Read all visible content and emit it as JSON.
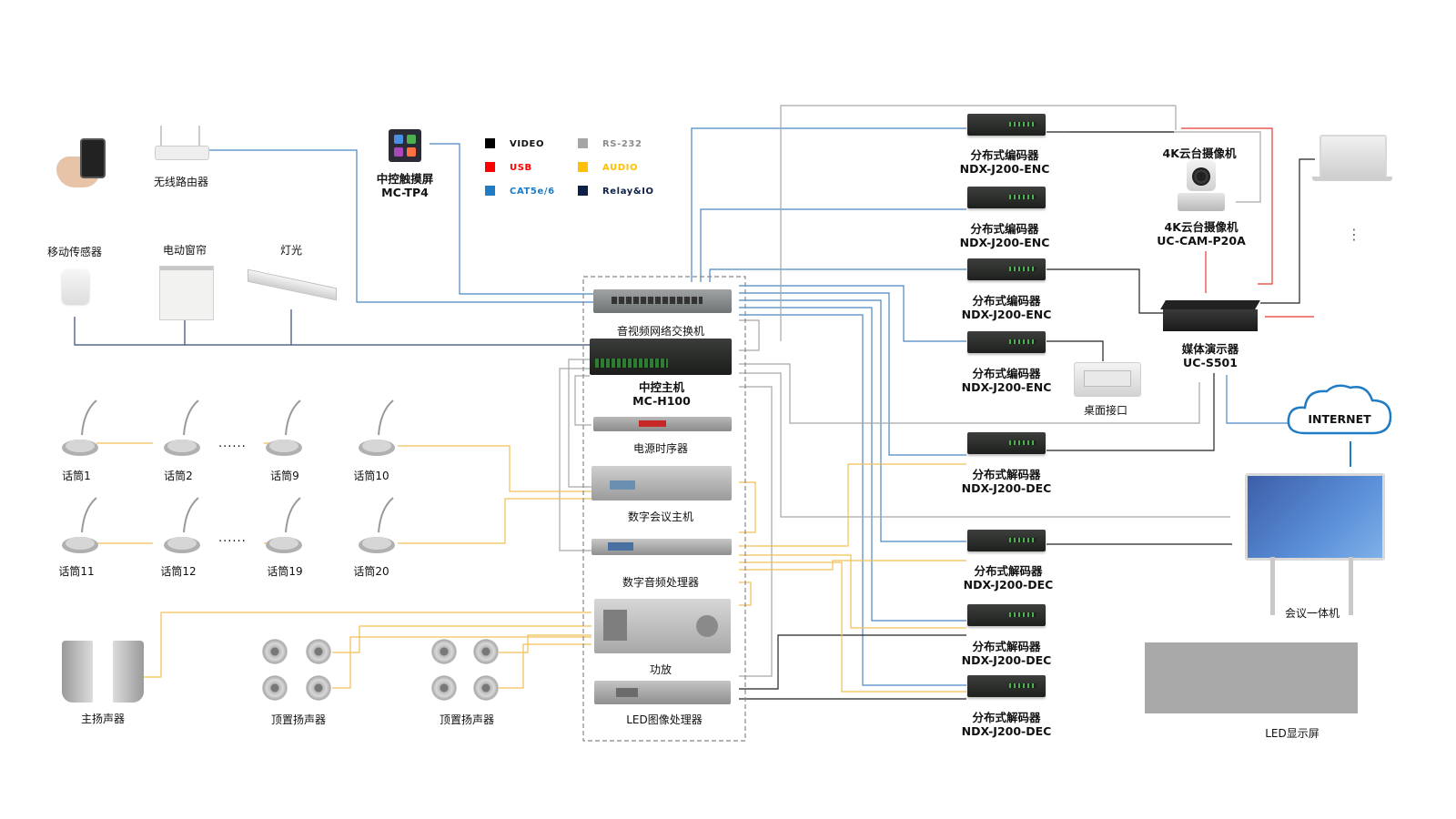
{
  "legend": {
    "items": [
      {
        "label": "VIDEO",
        "color": "#000000"
      },
      {
        "label": "RS-232",
        "color": "#a6a6a6"
      },
      {
        "label": "USB",
        "color": "#ff0000"
      },
      {
        "label": "AUDIO",
        "color": "#ffc000"
      },
      {
        "label": "CAT5e/6",
        "color": "#1f7bc4"
      },
      {
        "label": "Relay&IO",
        "color": "#0d2148"
      }
    ]
  },
  "left": {
    "router": "无线路由器",
    "motion_sensor": "移动传感器",
    "curtain": "电动窗帘",
    "light": "灯光",
    "touch_panel": {
      "name": "中控触摸屏",
      "model": "MC-TP4"
    }
  },
  "mics": {
    "row1": [
      "话筒1",
      "话筒2",
      "话筒9",
      "话筒10"
    ],
    "row2": [
      "话筒11",
      "话筒12",
      "话筒19",
      "话筒20"
    ],
    "ellipsis": "......"
  },
  "speakers": {
    "main": "主扬声器",
    "ceiling_a": "顶置扬声器",
    "ceiling_b": "顶置扬声器"
  },
  "rack": {
    "switch": "音视频网络交换机",
    "host": {
      "name": "中控主机",
      "model": "MC-H100"
    },
    "sequencer": "电源时序器",
    "conference": "数字会议主机",
    "dsp": "数字音频处理器",
    "amp": "功放",
    "led_proc": "LED图像处理器"
  },
  "encoders": [
    {
      "name": "分布式编码器",
      "model": "NDX-J200-ENC"
    },
    {
      "name": "分布式编码器",
      "model": "NDX-J200-ENC"
    },
    {
      "name": "分布式编码器",
      "model": "NDX-J200-ENC"
    },
    {
      "name": "分布式编码器",
      "model": "NDX-J200-ENC"
    }
  ],
  "decoders": [
    {
      "name": "分布式解码器",
      "model": "NDX-J200-DEC"
    },
    {
      "name": "分布式解码器",
      "model": "NDX-J200-DEC"
    },
    {
      "name": "分布式解码器",
      "model": "NDX-J200-DEC"
    },
    {
      "name": "分布式解码器",
      "model": "NDX-J200-DEC"
    }
  ],
  "right": {
    "camera_top": "4K云台摄像机",
    "camera": {
      "name": "4K云台摄像机",
      "model": "UC-CAM-P20A"
    },
    "presenter": {
      "name": "媒体演示器",
      "model": "UC-S501"
    },
    "desk_port": "桌面接口",
    "internet": "INTERNET",
    "meeting_display": "会议一体机",
    "led_screen": "LED显示屏",
    "vdots": "⋮"
  }
}
